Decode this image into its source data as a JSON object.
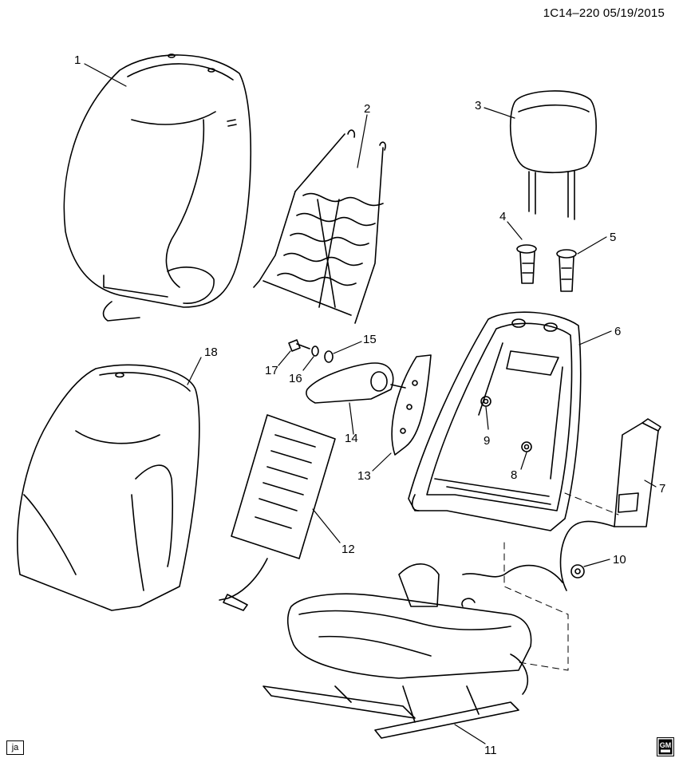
{
  "diagram_ref": "1C14–220  05/19/2015",
  "footer_badge": "ja",
  "logo": {
    "name": "GM",
    "lettering": "GM"
  },
  "callouts": [
    "1",
    "2",
    "3",
    "4",
    "5",
    "6",
    "7",
    "8",
    "9",
    "10",
    "11",
    "12",
    "13",
    "14",
    "15",
    "16",
    "17",
    "18"
  ]
}
